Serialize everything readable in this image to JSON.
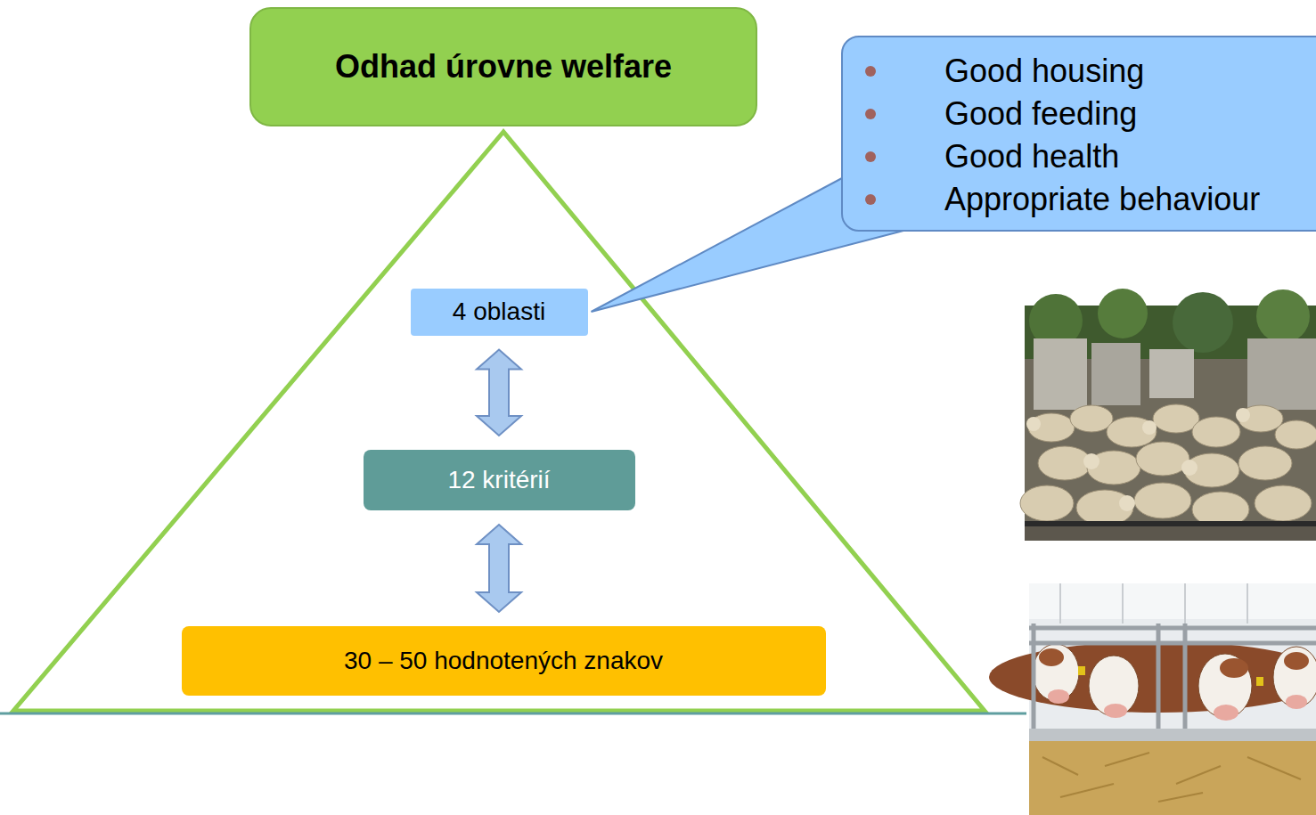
{
  "diagram": {
    "nodes": [
      {
        "text": [
          "Odhad úrovne welfare"
        ]
      },
      {
        "text": [
          "Good housing",
          "Good feeding",
          "Good health",
          "Appropriate behaviour"
        ]
      },
      {
        "text": [
          "4 oblasti"
        ]
      },
      {
        "text": [
          "12 kritérií"
        ]
      },
      {
        "text": [
          "30 – 50 hodnotených znakov"
        ]
      }
    ],
    "edges": [
      {
        "from": 1,
        "to": 2,
        "arrow": "none"
      },
      {
        "from": 2,
        "to": 3,
        "arrow": "both"
      },
      {
        "from": 3,
        "to": 4,
        "arrow": "both"
      }
    ]
  }
}
